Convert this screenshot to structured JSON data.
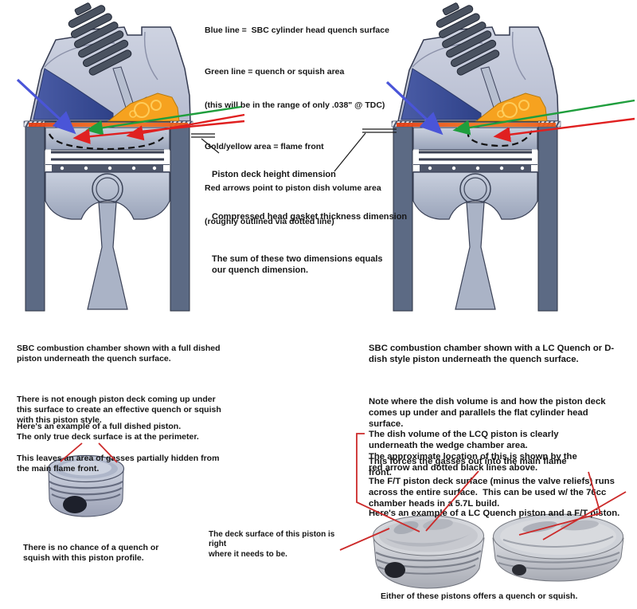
{
  "legend": {
    "line1": "Blue line =  SBC cylinder head quench surface",
    "line2a": "Green line = quench or squish area",
    "line2b": "(this will be in the range of only .038\" @ TDC)",
    "line3": "Gold/yellow area = flame front",
    "line4a": "Red arrows point to piston dish volume area",
    "line4b": "(roughly outlined via dotted line)"
  },
  "dimensions": {
    "deck_label": "Piston deck height dimension",
    "gasket_label": "Compressed head gasket thickness dimension",
    "sum_text": "The sum of these two dimensions equals\nour quench dimension."
  },
  "left_column": {
    "para1": "SBC combustion chamber shown with a full dished\npiston underneath the quench surface.",
    "para2": "There is not enough piston deck coming up under\nthis surface to create an effective quench or squish\nwith this piston style.",
    "para3": "This leaves an area of gasses partially hidden from\nthe main flame front.",
    "example": "Here's an example of a full dished piston.\nThe only true deck surface is at the perimeter.",
    "no_quench": "There is no chance of a quench or\nsquish with this piston profile."
  },
  "right_column": {
    "para1": "SBC combustion chamber shown with a LC Quench or D-\ndish style piston underneath the quench surface.",
    "para2": "Note where the dish volume is and how the piston deck\ncomes up under and parallels the flat cylinder head\nsurface.",
    "para3": "This forces the gasses out into the main flame\nfront.",
    "example": "Here's an example of a LC Quench piston and a F/T piston.",
    "callout1": "The dish volume of the LCQ piston is clearly\nunderneath the wedge chamber area.\nThe approximate location of this is shown by the\nred arrow and dotted black lines above.",
    "callout2": "The F/T piston deck surface (minus the valve reliefs) runs\nacross the entire surface.  This can be used w/ the 76cc\nchamber heads in a 5.7L build.",
    "deck_caption": "The deck surface of this piston is right\nwhere it needs to be.",
    "either_caption": "Either of these pistons offers a quench or squish."
  },
  "colors": {
    "blue_arrow": "#4a55d8",
    "green_arrow": "#1f9e3d",
    "red_arrow": "#e02020",
    "callout_red": "#cc2a2a",
    "flame_front": "#f6a21f",
    "intake_port": "#3c4f9b",
    "head_body": "#c6cbda",
    "cylinder_wall": "#5c6a84",
    "quench_strip": "#ee6a1c",
    "text": "#161616"
  }
}
